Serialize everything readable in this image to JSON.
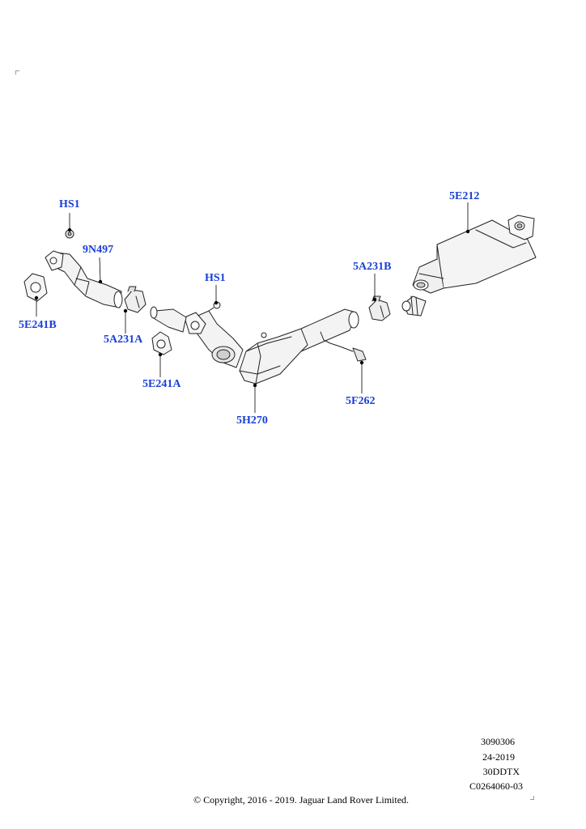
{
  "diagram": {
    "label_color": "#1a3fd6",
    "callouts": {
      "hs1_upper": "HS1",
      "part_9n497": "9N497",
      "part_5e241b": "5E241B",
      "part_5a231a": "5A231A",
      "part_5e241a": "5E241A",
      "hs1_mid": "HS1",
      "part_5h270": "5H270",
      "part_5a231b": "5A231B",
      "part_5f262": "5F262",
      "part_5e212": "5E212"
    }
  },
  "footer": {
    "code_1": "3090306",
    "code_2": "24-2019",
    "code_3": "30DDTX",
    "code_4": "C0264060-03",
    "copyright": "© Copyright, 2016 - 2019. Jaguar Land Rover Limited."
  }
}
